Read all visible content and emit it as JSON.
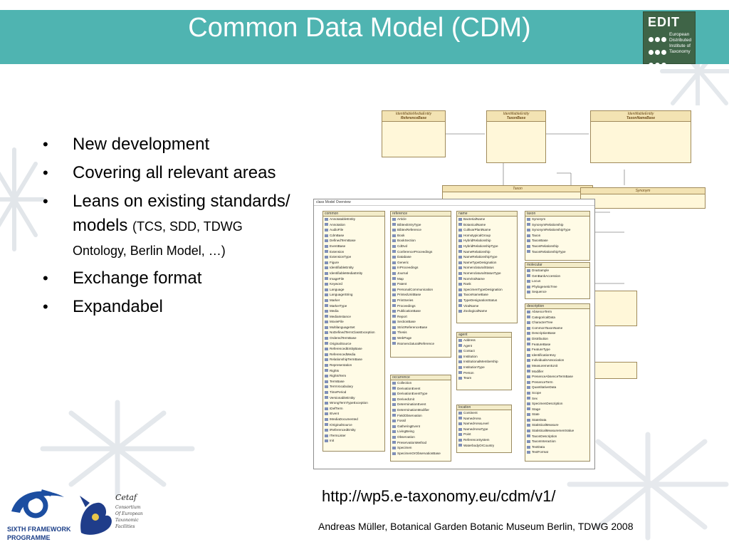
{
  "header": {
    "title": "Common Data Model (CDM)"
  },
  "edit_logo": {
    "word": "EDIT",
    "lines": [
      "European",
      "Distributed",
      "Institute of",
      "Taxonomy"
    ]
  },
  "bullets": [
    {
      "text": "New development"
    },
    {
      "text": "Covering all relevant areas"
    },
    {
      "text_main": "Leans on existing standards/ models",
      "text_small": "(TCS, SDD, TDWG Ontology, Berlin Model, …)"
    },
    {
      "text": "Exchange format"
    },
    {
      "text": "Expandabel"
    }
  ],
  "diagram": {
    "overview_title": "class Model Overview",
    "top_classes": [
      {
        "name": "IdentifiableMediaEntity",
        "sub": "ReferenceBase"
      },
      {
        "name": "IdentifiableEntity",
        "sub": "TaxonBase"
      },
      {
        "name": "IdentifiableEntity",
        "sub": "TaxonNameBase"
      }
    ],
    "right_labels": [
      "Taxon",
      "Synonym"
    ],
    "packages": {
      "common": {
        "label": "common",
        "items": [
          "AnnotatableEntity",
          "Annotation",
          "AudioFile",
          "CdmBase",
          "DefinedTermBase",
          "EventBase",
          "Extension",
          "ExtensionType",
          "Figure",
          "IdentifiableEntity",
          "IdentifiableMediaEntity",
          "ImageFile",
          "Keyword",
          "Language",
          "LanguageString",
          "Marker",
          "MarkerType",
          "Media",
          "MediaInstance",
          "MovieFile",
          "MultilanguageSet",
          "NoDefinedTermClassException",
          "OrderedTermBase",
          "OriginalSource",
          "ReferencedEntityBase",
          "ReferencedMedia",
          "RelationshipTermBase",
          "Representation",
          "Rights",
          "RightsTerm",
          "TermBase",
          "TermVocabulary",
          "TimePeriod",
          "VersionableEntity",
          "WrongTermTypeException",
          "IDefTerm",
          "IEvent",
          "IMediaDocumented",
          "IOriginalSource",
          "IReferencedEntity",
          "ITermLister",
          "Init"
        ]
      },
      "reference": {
        "label": "reference",
        "items": [
          "Article",
          "BibtexEntryType",
          "BibtexReference",
          "Book",
          "BookSection",
          "CdDvd",
          "ConferenceProceedings",
          "Database",
          "Generic",
          "InProceedings",
          "Journal",
          "Map",
          "Patent",
          "PersonalCommunication",
          "PrintedUnitBase",
          "PrintSeries",
          "Proceedings",
          "PublicationBase",
          "Report",
          "SectionBase",
          "StrictReferenceBase",
          "Thesis",
          "WebPage",
          "INomenclaturalReference"
        ]
      },
      "name": {
        "label": "name",
        "items": [
          "BacterialName",
          "BotanicalName",
          "CultivarPlantName",
          "HomotypicalGroup",
          "HybridRelationship",
          "HybridRelationshipType",
          "NameRelationship",
          "NameRelationshipType",
          "NameTypeDesignation",
          "NomenclaturalStatus",
          "NomenclaturalStatusType",
          "NonViralName",
          "Rank",
          "SpecimenTypeDesignation",
          "TaxonNameBase",
          "TypeDesignationStatus",
          "ViralName",
          "ZoologicalName"
        ]
      },
      "taxon": {
        "label": "taxon",
        "items": [
          "Synonym",
          "SynonymRelationship",
          "SynonymRelationshipType",
          "Taxon",
          "TaxonBase",
          "TaxonRelationship",
          "TaxonRelationshipType"
        ]
      },
      "molecular": {
        "label": "molecular",
        "items": [
          "DnaSample",
          "GenBankAccession",
          "Locus",
          "PhylogeneticTree",
          "Sequence"
        ]
      },
      "description": {
        "label": "description",
        "items": [
          "AbsenceTerm",
          "CategoricalData",
          "CharacterTree",
          "CommonTaxonName",
          "DescriptionBase",
          "Distribution",
          "FeatureBase",
          "FeatureType",
          "IdentificationKey",
          "IndividualsAssociation",
          "MeasurementUnit",
          "Modifier",
          "PresenceAbsenceTermBase",
          "PresenceTerm",
          "QuantitativeData",
          "Scope",
          "Sex",
          "SpecimenDescription",
          "Stage",
          "State",
          "StateData",
          "StatisticalMeasure",
          "StatisticalMeasurementValue",
          "TaxonDescription",
          "TaxonInteraction",
          "TextData",
          "TextFormat"
        ]
      },
      "agent": {
        "label": "agent",
        "items": [
          "Address",
          "Agent",
          "Contact",
          "Institution",
          "InstitutionalMembership",
          "InstitutionType",
          "Person",
          "Team"
        ]
      },
      "occurrence": {
        "label": "occurrence",
        "items": [
          "Collection",
          "DerivationEvent",
          "DerivationEventType",
          "DerivedUnit",
          "DeterminationEvent",
          "DeterminationModifier",
          "FieldObservation",
          "Fossil",
          "GatheringEvent",
          "LivingBeing",
          "Observation",
          "PreservationMethod",
          "Specimen",
          "SpecimenOrObservationBase"
        ]
      },
      "location": {
        "label": "location",
        "items": [
          "Continent",
          "NamedArea",
          "NamedAreaLevel",
          "NamedAreaType",
          "Point",
          "ReferenceSystem",
          "WaterbodyOrCountry"
        ]
      }
    }
  },
  "footer": {
    "url": "http://wp5.e-taxonomy.eu/cdm/v1/",
    "credit": "Andreas Müller, Botanical Garden Botanic Museum Berlin, TDWG 2008",
    "fp_line1": "SIXTH FRAMEWORK",
    "fp_line2": "PROGRAMME",
    "cetaf_title": "Cetaf",
    "cetaf_lines": [
      "Consortium",
      "Of European",
      "Taxonomic",
      "Facilities"
    ]
  },
  "colors": {
    "header_band": "#4fb4b1",
    "edit_logo": "#3f6447"
  }
}
